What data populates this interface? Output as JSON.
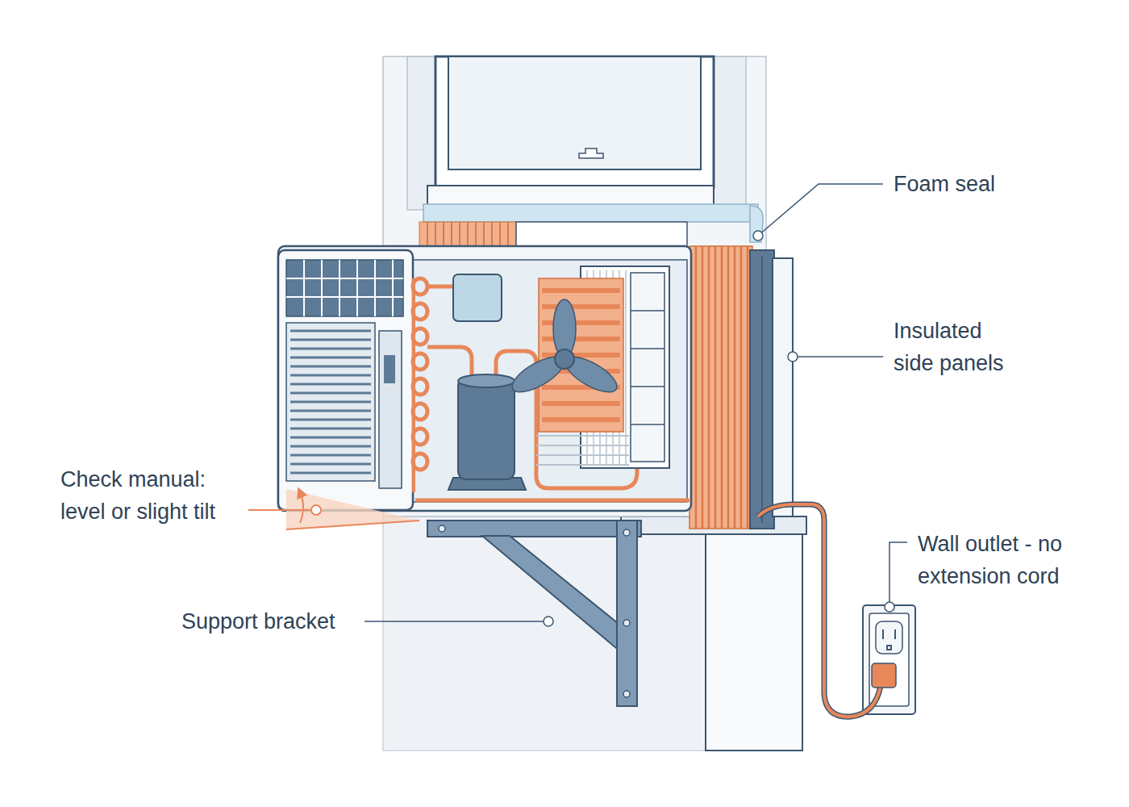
{
  "diagram": {
    "labels": [
      "Foam seal",
      "Insulated side panels",
      "Check manual: level or slight tilt",
      "Wall outlet - no extension cord",
      "Support bracket"
    ]
  }
}
